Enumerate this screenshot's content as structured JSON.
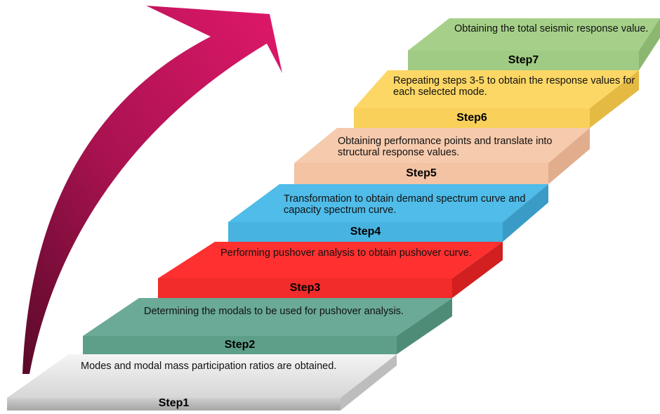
{
  "colors": {
    "arrow": "#d0145f",
    "arrow_dark": "#6b0a32",
    "step1": "#e3e3e3",
    "step2": "#6aaa96",
    "step3": "#ff3030",
    "step4": "#4fbce9",
    "step5": "#f6caac",
    "step6": "#fcd765",
    "step7": "#a6d08a"
  },
  "steps": [
    {
      "label": "Step1",
      "text": "Modes and modal mass participation ratios are obtained."
    },
    {
      "label": "Step2",
      "text": "Determining the modals to be used for pushover analysis."
    },
    {
      "label": "Step3",
      "text": "Performing pushover analysis to obtain pushover curve."
    },
    {
      "label": "Step4",
      "text": "Transformation to obtain demand spectrum curve and capacity spectrum curve."
    },
    {
      "label": "Step5",
      "text": "Obtaining performance points and translate into structural response values."
    },
    {
      "label": "Step6",
      "text": "Repeating steps 3-5 to obtain the response values for each selected mode."
    },
    {
      "label": "Step7",
      "text": "Obtaining the total seismic response value."
    }
  ]
}
